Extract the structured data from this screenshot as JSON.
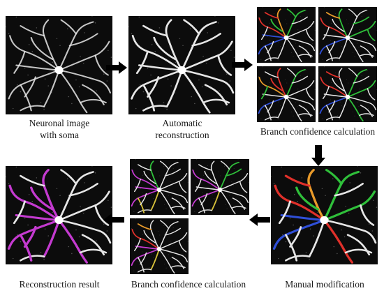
{
  "captions": {
    "neuronal_image": [
      "Neuronal image",
      "with soma"
    ],
    "automatic": [
      "Automatic",
      "reconstruction"
    ],
    "branch_conf_top": "Branch confidence calculation",
    "manual_mod": "Manual modification",
    "branch_conf_bottom": "Branch confidence calculation",
    "result": "Reconstruction result"
  },
  "colors": {
    "panel_bg": "#0c0c0c",
    "neurite": "#e6e6e6",
    "red": "#e0302a",
    "green": "#2fbf3a",
    "blue": "#2f4fd8",
    "orange": "#e89a2a",
    "yellow": "#d8c23a",
    "magenta": "#c43ad0",
    "arrow": "#000000"
  }
}
